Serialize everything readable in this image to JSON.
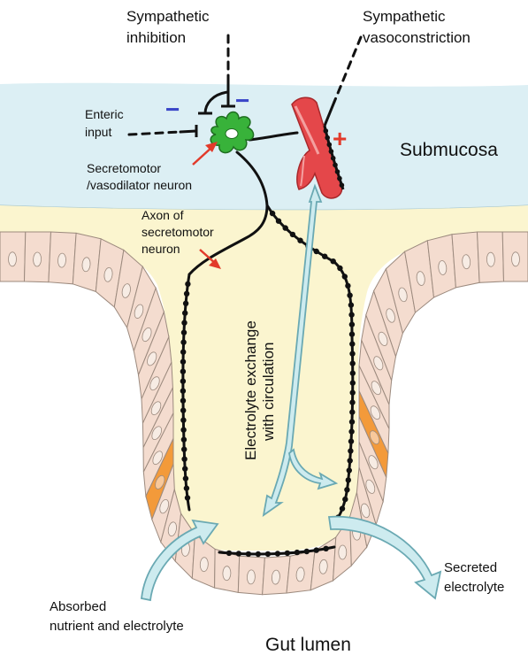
{
  "labels": {
    "sympathetic_inhibition": [
      "Sympathetic",
      "inhibition"
    ],
    "sympathetic_vasoconstriction": [
      "Sympathetic",
      "vasoconstriction"
    ],
    "enteric_input": [
      "Enteric",
      "input"
    ],
    "secretomotor_neuron": [
      "Secretomotor",
      "/vasodilator neuron"
    ],
    "submucosa": "Submucosa",
    "axon": [
      "Axon of",
      "secretomotor",
      "neuron"
    ],
    "electrolyte_exchange": [
      "Electrolyte exchange",
      "with circulation"
    ],
    "secreted_electrolyte": [
      "Secreted",
      "electrolyte"
    ],
    "absorbed": [
      "Absorbed",
      "nutrient and electrolyte"
    ],
    "gut_lumen": "Gut lumen"
  },
  "signs": {
    "minus": "−",
    "plus": "+"
  },
  "colors": {
    "submucosa_band": "#dceff4",
    "lamina_propria": "#fbf5cf",
    "epithelial_cell": "#f4dccf",
    "cell_border": "#9c8a7e",
    "nucleus": "#f7ece4",
    "highlighted_cell": "#f39a3a",
    "neuron": "#38b23a",
    "vessel": "#e4474a",
    "minus_sign": "#3a46c8",
    "plus_sign": "#e23a2a",
    "arrow_fill": "#cdebef",
    "arrow_stroke": "#6aa9b3",
    "nerve": "#111111"
  }
}
